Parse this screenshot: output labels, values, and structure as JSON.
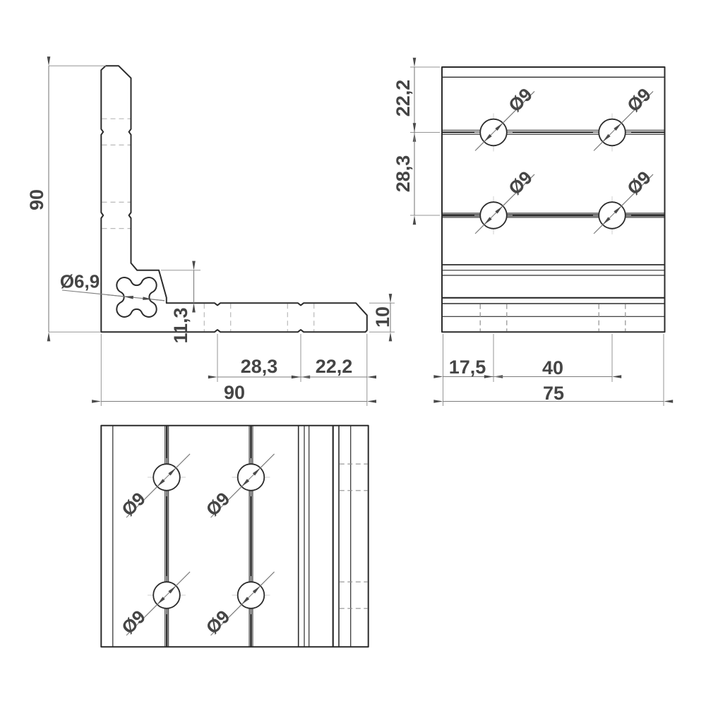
{
  "drawing_type": "technical-drawing-corner-bracket",
  "views": {
    "side": {
      "dims": {
        "height": "90",
        "width": "90",
        "slot_dia": "Ø6,9",
        "inner_offset": "11,3",
        "hole_pitch": "28,3",
        "hole_to_edge": "22,2",
        "thickness": "10"
      }
    },
    "front": {
      "dims": {
        "top_edge_to_hole": "22,2",
        "hole_pitch_vertical": "28,3",
        "left_edge_to_hole": "17,5",
        "hole_pitch_horizontal": "40",
        "width": "75"
      },
      "hole_labels": [
        "Ø9",
        "Ø9",
        "Ø9",
        "Ø9"
      ]
    },
    "bottom": {
      "hole_labels": [
        "Ø9",
        "Ø9",
        "Ø9",
        "Ø9"
      ]
    }
  },
  "colors": {
    "outline": "#2b2b2b",
    "dimension_lines": "#7d7d7d",
    "text": "#454545",
    "hidden_lines": "#8f8f8f",
    "background": "#ffffff"
  }
}
